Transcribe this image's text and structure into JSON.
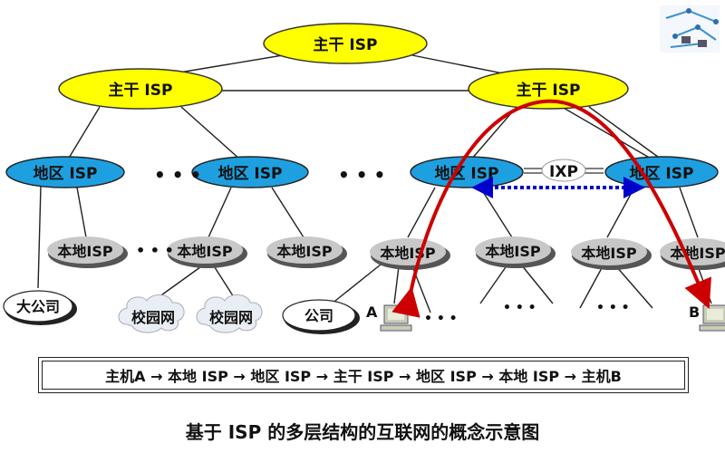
{
  "diagram": {
    "backbone_label": "主干 ISP",
    "regional_label": "地区 ISP",
    "local_label": "本地ISP",
    "ixp_label": "IXP",
    "ellipsis": "• • •",
    "big_company": "大公司",
    "company": "公司",
    "campus": "校园网",
    "host_a": "A",
    "host_b": "B",
    "route": "主机A → 本地 ISP → 地区 ISP → 主干 ISP → 地区 ISP → 本地 ISP → 主机B",
    "caption": "基于 ISP 的多层结构的互联网的概念示意图"
  },
  "colors": {
    "backbone": "#ffff00",
    "regional": "#1ea0e0",
    "local": "#c8c8c8",
    "route_arrow": "#cc0000",
    "ixp_link": "#0000cc"
  }
}
